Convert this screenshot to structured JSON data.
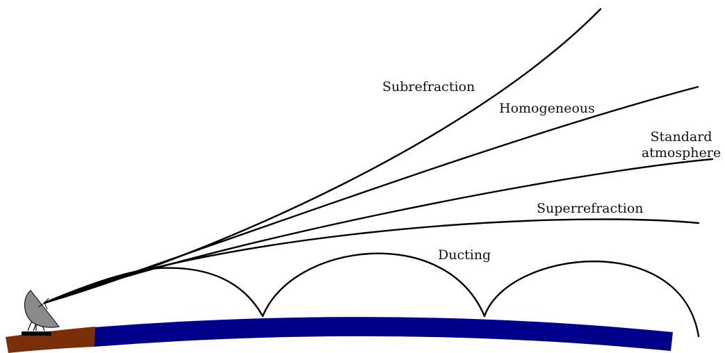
{
  "labels": {
    "subrefraction": "Subrefraction",
    "homogeneous": "Homogeneous",
    "standard_line1": "Standard",
    "standard_line2": "atmosphere",
    "superrefraction": "Superrefraction",
    "ducting": "Ducting"
  },
  "icons": {
    "antenna": "satellite-dish-icon"
  },
  "colors": {
    "sea": "#00008B",
    "land": "#7A2F08",
    "dish": "#8A8A8A",
    "ray": "#000000"
  }
}
